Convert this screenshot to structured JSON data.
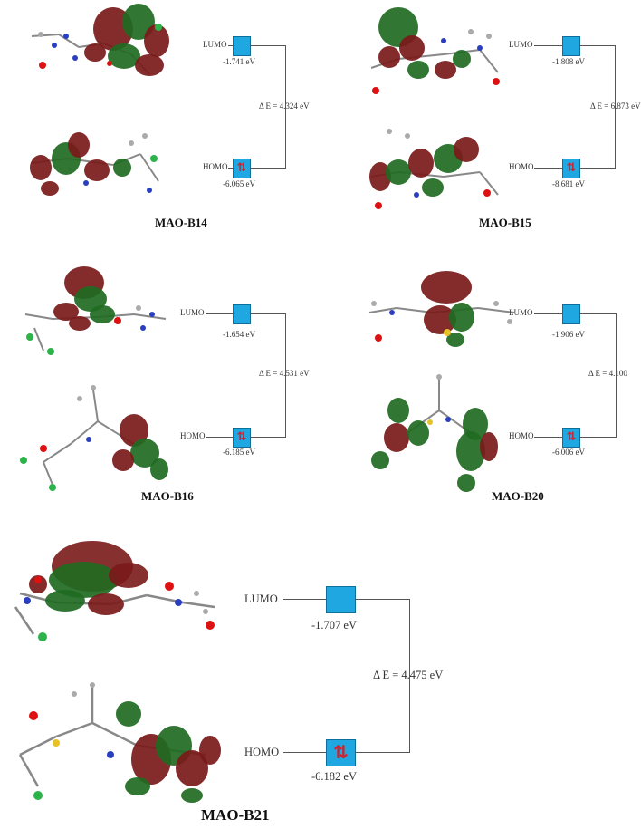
{
  "panels": [
    {
      "name": "MAO-B14",
      "lumo_label": "LUMO",
      "homo_label": "HOMO",
      "lumo_energy": "-1.741 eV",
      "homo_energy": "-6.065 eV",
      "gap": "Δ E = 4.324 eV"
    },
    {
      "name": "MAO-B15",
      "lumo_label": "LUMO",
      "homo_label": "HOMO",
      "lumo_energy": "-1.808 eV",
      "homo_energy": "-8.681 eV",
      "gap": "Δ E = 6.873 eV"
    },
    {
      "name": "MAO-B16",
      "lumo_label": "LUMO",
      "homo_label": "HOMO",
      "lumo_energy": "-1.654 eV",
      "homo_energy": "-6.185 eV",
      "gap": "Δ E = 4.531 eV"
    },
    {
      "name": "MAO-B20",
      "lumo_label": "LUMO",
      "homo_label": "HOMO",
      "lumo_energy": "-1.906 eV",
      "homo_energy": "-6.006 eV",
      "gap": "Δ E = 4.100"
    },
    {
      "name": "MAO-B21",
      "lumo_label": "LUMO",
      "homo_label": "HOMO",
      "lumo_energy": "-1.707 eV",
      "homo_energy": "-6.182 eV",
      "gap": "Δ E = 4.475 eV"
    }
  ],
  "icons": {
    "homo_box": "paired-electron-arrows-icon",
    "lumo_box": "empty-orbital-box-icon"
  },
  "colors": {
    "orbital_box": "#1ea7e1",
    "lobe_positive": "#7a1a1a",
    "lobe_negative": "#1f6b22",
    "electron_arrows": "#d0202a"
  }
}
